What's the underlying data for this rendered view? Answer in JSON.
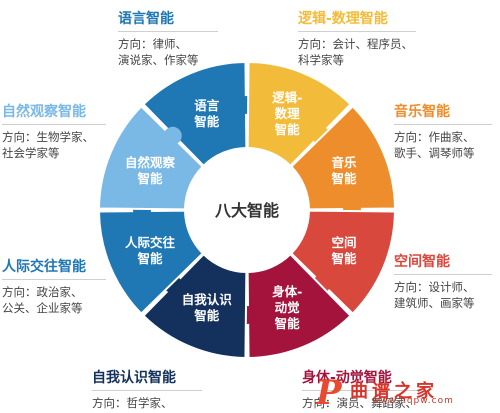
{
  "center_label": "八大智能",
  "colors": {
    "dark_navy": "#13315c",
    "blue": "#1f77b4",
    "light_blue": "#7ab8e6",
    "yellow": "#f3bb3a",
    "orange": "#ee8d2b",
    "red": "#d8483c",
    "crimson": "#a4133c",
    "light_gray": "#cfcfcf"
  },
  "segments": [
    {
      "id": "language",
      "label_lines": [
        "语言",
        "智能"
      ],
      "color": "#1f77b4"
    },
    {
      "id": "logic",
      "label_lines": [
        "逻辑-",
        "数理",
        "智能"
      ],
      "color": "#f3bb3a"
    },
    {
      "id": "music",
      "label_lines": [
        "音乐",
        "智能"
      ],
      "color": "#ee8d2b"
    },
    {
      "id": "spatial",
      "label_lines": [
        "空间",
        "智能"
      ],
      "color": "#d8483c"
    },
    {
      "id": "bodily",
      "label_lines": [
        "身体-",
        "动觉",
        "智能"
      ],
      "color": "#a4133c"
    },
    {
      "id": "intrapersonal",
      "label_lines": [
        "自我认识",
        "智能"
      ],
      "color": "#13315c"
    },
    {
      "id": "interpersonal",
      "label_lines": [
        "人际交往",
        "智能"
      ],
      "color": "#1f77b4"
    },
    {
      "id": "naturalist",
      "label_lines": [
        "自然观察",
        "智能"
      ],
      "color": "#7ab8e6"
    }
  ],
  "labels": {
    "language": {
      "title": "语言智能",
      "lines": [
        "方向：律师、",
        "演说家、作家等"
      ],
      "color": "#1f77b4"
    },
    "logic": {
      "title": "逻辑-数理智能",
      "lines": [
        "方向：会计、程序员、",
        "科学家等"
      ],
      "color": "#f3bb3a"
    },
    "music": {
      "title": "音乐智能",
      "lines": [
        "方向：作曲家、",
        "歌手、调琴师等"
      ],
      "color": "#ee8d2b"
    },
    "spatial": {
      "title": "空间智能",
      "lines": [
        "方向：设计师、",
        "建筑师、画家等"
      ],
      "color": "#d8483c"
    },
    "bodily": {
      "title": "身体-动觉智能",
      "lines": [
        "方向：演员、舞蹈家、"
      ],
      "color": "#a4133c"
    },
    "intrapersonal": {
      "title": "自我认识智能",
      "lines": [
        "方向：哲学家、"
      ],
      "color": "#13315c"
    },
    "interpersonal": {
      "title": "人际交往智能",
      "lines": [
        "方向：政治家、",
        "公关、企业家等"
      ],
      "color": "#1f77b4"
    },
    "naturalist": {
      "title": "自然观察智能",
      "lines": [
        "方向：生物学家、",
        "社会学家等"
      ],
      "color": "#7ab8e6"
    }
  },
  "watermark": {
    "name": "曲谱之家",
    "url": "www.hqpw.com",
    "logo_letter": "P"
  }
}
